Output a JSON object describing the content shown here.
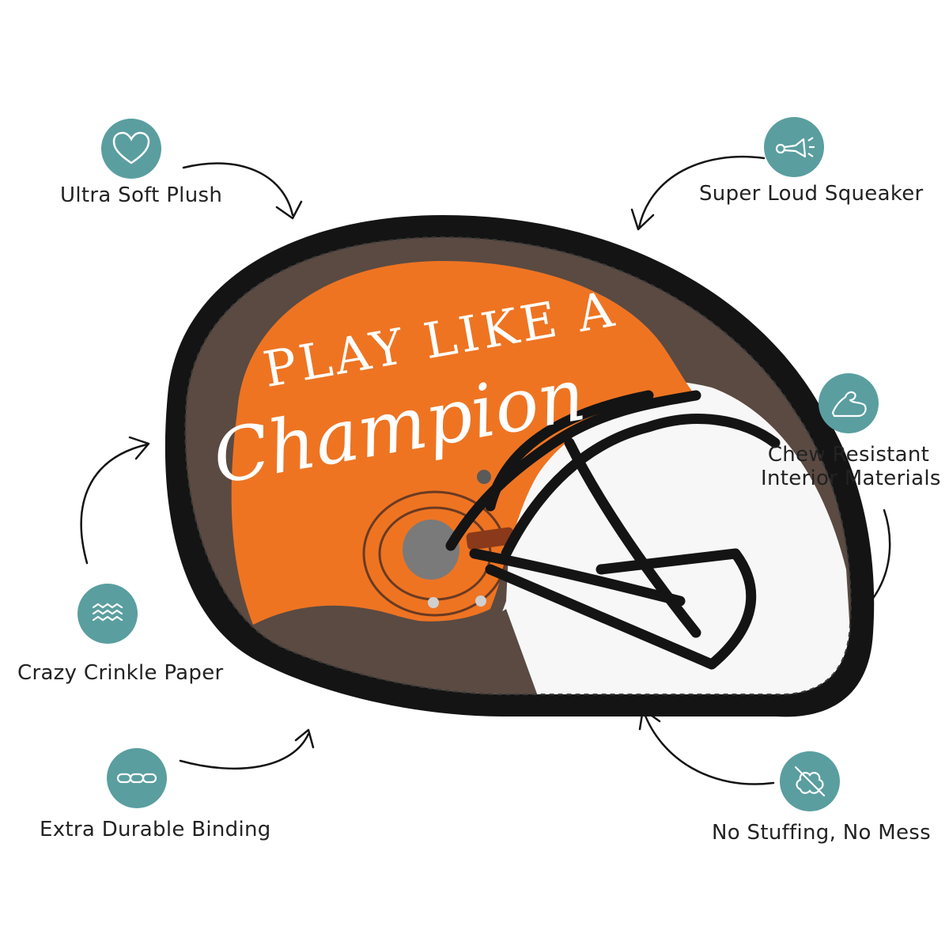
{
  "colors": {
    "accent": "#5a9ea0",
    "helmet_orange": "#ee7422",
    "helmet_brown": "#5a4a42",
    "binding_black": "#141414",
    "faceguard_white": "#f7f7f7"
  },
  "product": {
    "name": "football-helmet-plush-toy",
    "printed_text_line1": "PLAY LIKE A",
    "printed_text_line2": "Champion"
  },
  "features": [
    {
      "label": "Ultra Soft Plush",
      "icon": "heart-icon"
    },
    {
      "label": "Super Loud Squeaker",
      "icon": "horn-icon"
    },
    {
      "label": "Chew Resistant",
      "label2": "Interior Materials",
      "icon": "muscle-arm-icon"
    },
    {
      "label": "Crazy Crinkle Paper",
      "icon": "waves-icon"
    },
    {
      "label": "Extra Durable Binding",
      "icon": "chain-icon"
    },
    {
      "label": "No Stuffing, No Mess",
      "icon": "no-stuffing-icon"
    }
  ]
}
